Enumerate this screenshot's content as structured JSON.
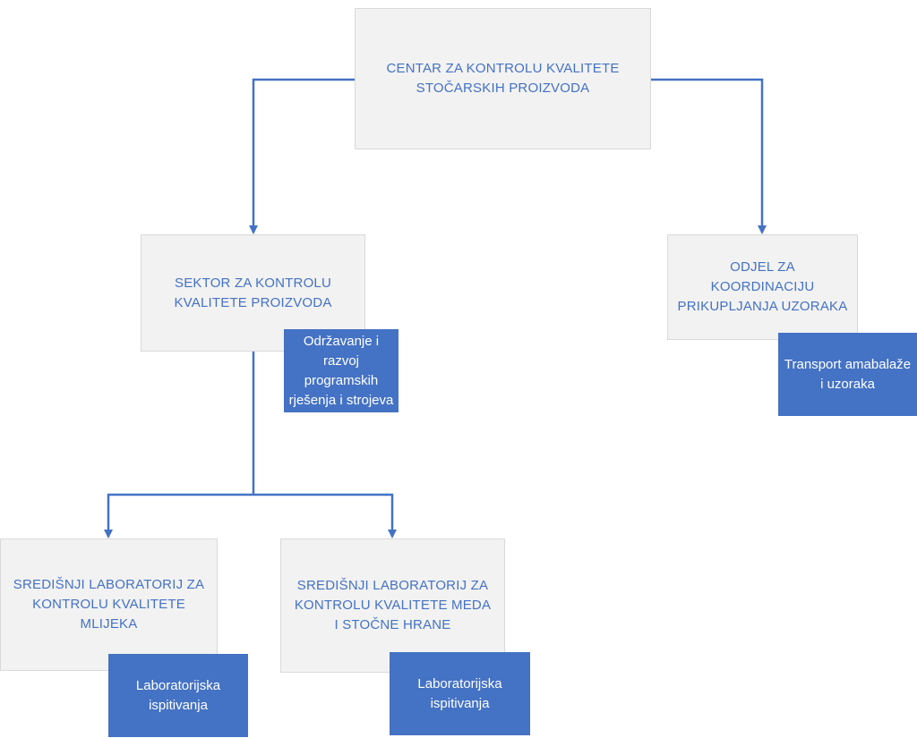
{
  "diagram": {
    "root": {
      "title": "CENTAR ZA KONTROLU KVALITETE STOČARSKIH PROIZVODA"
    },
    "sector": {
      "title": "SEKTOR ZA KONTROLU KVALITETE PROIZVODA",
      "unit": "Održavanje i razvoj programskih rješenja i strojeva"
    },
    "department": {
      "title": "ODJEL ZA KOORDINACIJU PRIKUPLJANJA UZORAKA",
      "unit": "Transport amabalaže i uzoraka"
    },
    "lab_milk": {
      "title": "SREDIŠNJI LABORATORIJ ZA KONTROLU KVALITETE MLIJEKA",
      "unit": "Laboratorijska ispitivanja"
    },
    "lab_honey_feed": {
      "title": "SREDIŠNJI LABORATORIJ ZA KONTROLU KVALITETE MEDA I STOČNE HRANE",
      "unit": "Laboratorijska ispitivanja"
    },
    "colors": {
      "connector": "#4472c4",
      "box_fill": "#f2f2f2",
      "box_text": "#4472c4",
      "unit_fill": "#4472c4",
      "unit_text": "#ffffff"
    }
  }
}
